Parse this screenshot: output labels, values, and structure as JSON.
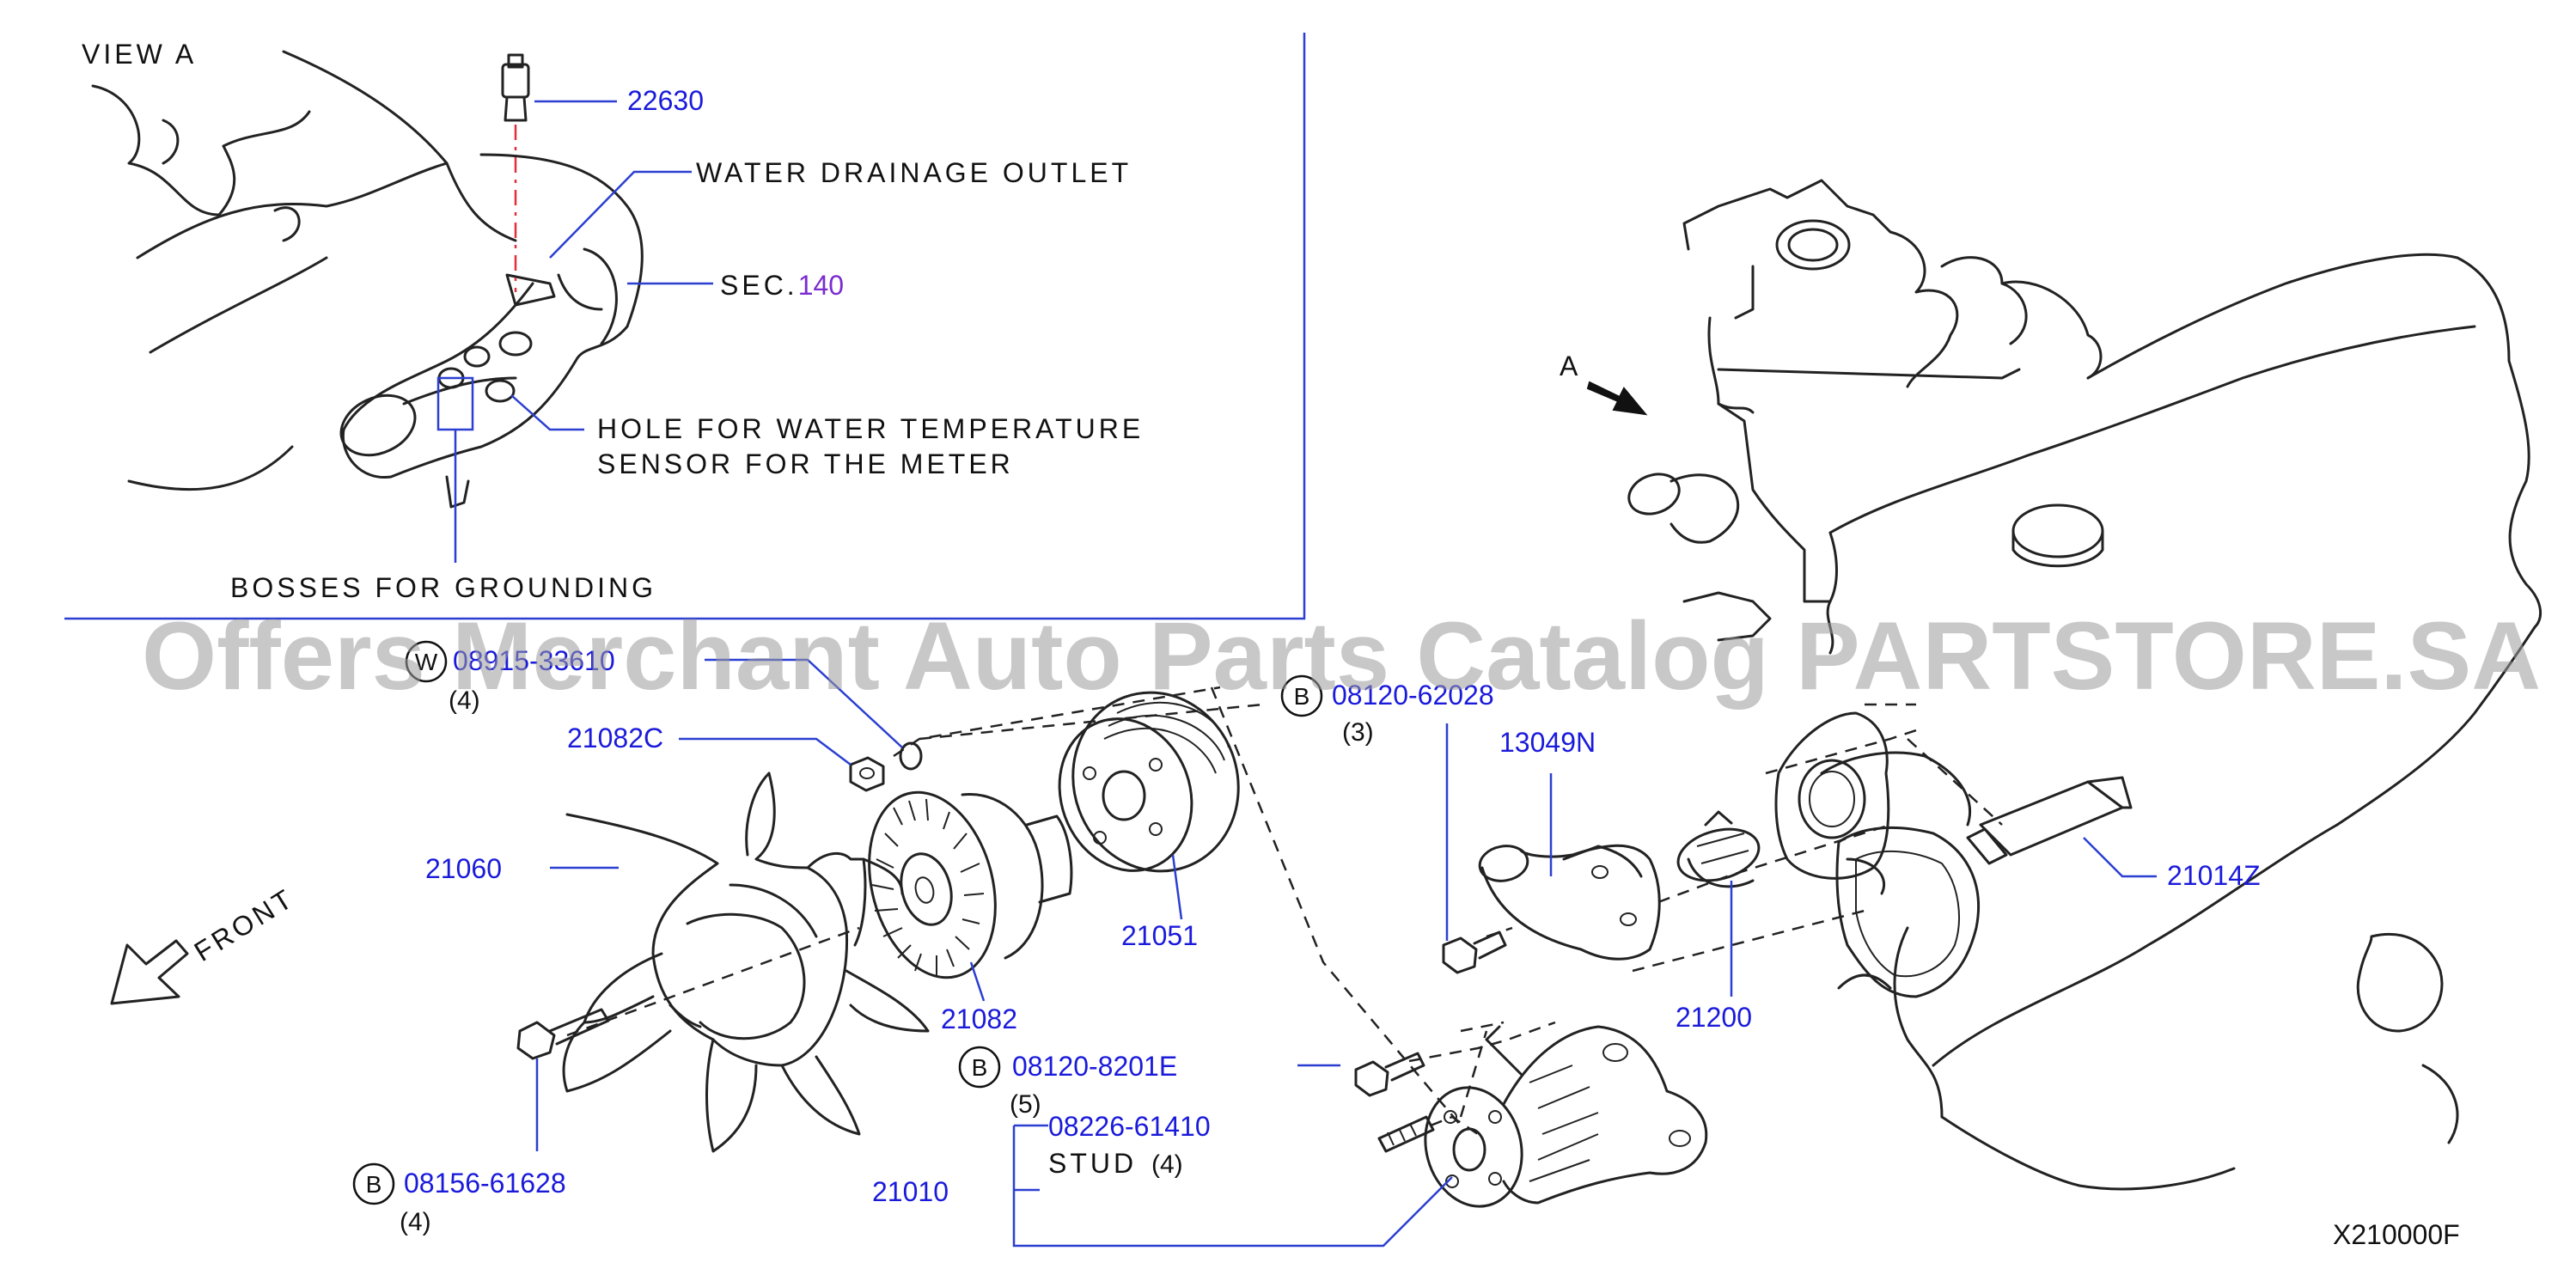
{
  "view_label": "VIEW A",
  "arrow_label": "A",
  "front_label": "FRONT",
  "diagram_code": "X210000F",
  "watermark": "Offers Merchant Auto Parts Catalog PARTSTORE.SA",
  "notes": {
    "drainage": "WATER DRAINAGE OUTLET",
    "sec_prefix": "SEC.",
    "sec_number": "140",
    "hole_line1": "HOLE FOR WATER TEMPERATURE",
    "hole_line2": "SENSOR FOR THE METER",
    "bosses": "BOSSES FOR GROUNDING",
    "stud": "STUD"
  },
  "parts": {
    "p22630": "22630",
    "p08915": "08915-33610",
    "p21082c": "21082C",
    "p21060": "21060",
    "p21082": "21082",
    "p21051": "21051",
    "p08120_62028": "08120-62028",
    "p13049n": "13049N",
    "p21014z": "21014Z",
    "p21200": "21200",
    "p08120_8201e": "08120-8201E",
    "p08226": "08226-61410",
    "p21010": "21010",
    "p08156": "08156-61628"
  },
  "symbols": {
    "w": "W",
    "b": "B"
  },
  "quantities": {
    "q08915": "(4)",
    "q08120_62028": "(3)",
    "q08120_8201e": "(5)",
    "q08226": "(4)",
    "q08156": "(4)"
  }
}
